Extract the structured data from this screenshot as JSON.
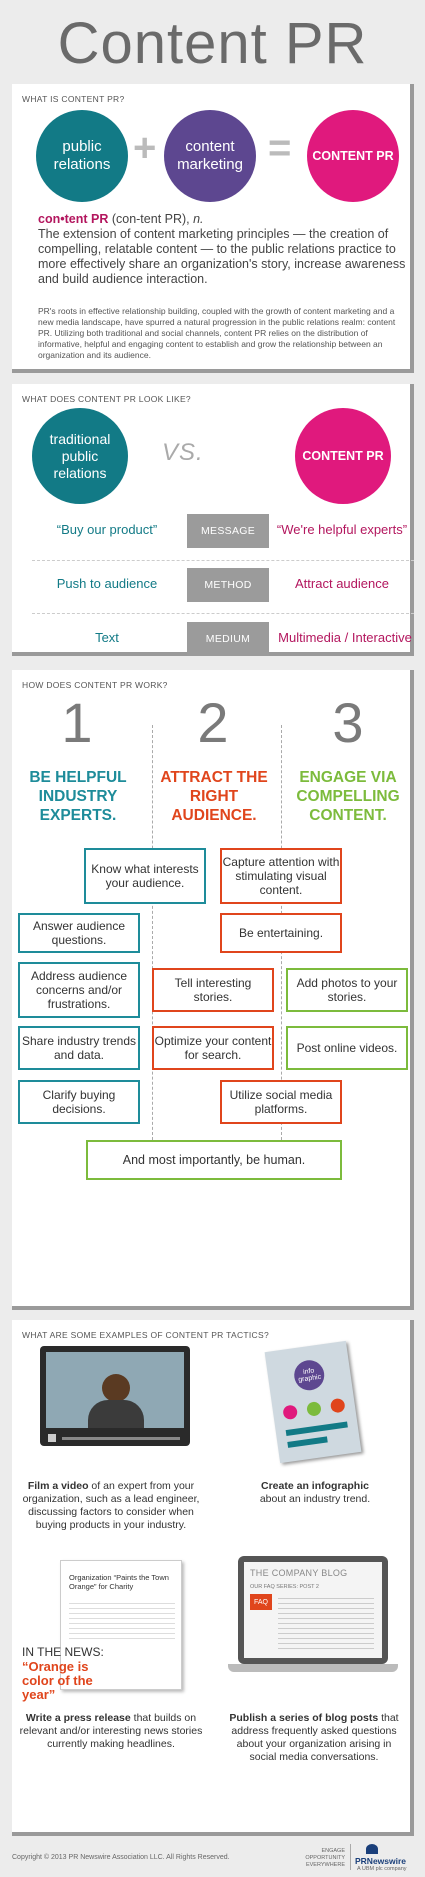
{
  "title": "Content PR",
  "section1": {
    "heading": "WHAT IS CONTENT PR?",
    "circle_pr": "public relations",
    "plus": "+",
    "circle_cm": "content marketing",
    "equals": "=",
    "circle_result": "CONTENT PR",
    "def_term": "con•tent PR",
    "def_pron": " (con-tent PR), ",
    "def_pos": "n.",
    "def_body": "The extension of content marketing principles — the creation of compelling, relatable content — to the public relations practice to more effectively share an organization's story, increase awareness and build audience interaction.",
    "para": "PR's roots in effective relationship building, coupled with the growth of content marketing and a new media landscape, have spurred a natural progression in the public relations realm: content PR. Utilizing both traditional and social channels, content PR relies on the distribution of informative, helpful and engaging content to establish and grow the relationship between an organization and its audience."
  },
  "section2": {
    "heading": "WHAT DOES CONTENT PR LOOK LIKE?",
    "left_circle": "traditional public relations",
    "vs": "VS.",
    "right_circle": "CONTENT PR",
    "rows": [
      {
        "left": "“Buy our product”",
        "label": "MESSAGE",
        "right": "“We're helpful experts”"
      },
      {
        "left": "Push to audience",
        "label": "METHOD",
        "right": "Attract audience"
      },
      {
        "left": "Text",
        "label": "MEDIUM",
        "right": "Multimedia / Interactive"
      }
    ]
  },
  "section3": {
    "heading": "HOW DOES CONTENT PR WORK?",
    "cols": [
      {
        "num": "1",
        "head": "BE HELPFUL INDUSTRY EXPERTS.",
        "color": "#1e8c9a"
      },
      {
        "num": "2",
        "head": "ATTRACT THE RIGHT AUDIENCE.",
        "color": "#e0451c"
      },
      {
        "num": "3",
        "head": "ENGAGE VIA COMPELLING CONTENT.",
        "color": "#7cbb3c"
      }
    ],
    "boxes": {
      "b1": "Know what interests your audience.",
      "b2": "Capture attention with stimulating visual content.",
      "b3": "Answer audience questions.",
      "b4": "Be entertaining.",
      "b5": "Address audience concerns and/or frustrations.",
      "b6": "Tell interesting stories.",
      "b7": "Add photos to your stories.",
      "b8": "Share industry trends and data.",
      "b9": "Optimize your content for search.",
      "b10": "Post online videos.",
      "b11": "Clarify buying decisions.",
      "b12": "Utilize social media platforms.",
      "b13": "And most importantly, be human."
    }
  },
  "section4": {
    "heading": "WHAT ARE SOME EXAMPLES OF CONTENT PR TACTICS?",
    "ex1_bold": "Film a video",
    "ex1_rest": " of an expert from your organization, such as a lead engineer, discussing factors to consider when buying products in your industry.",
    "ex2_bold": "Create an infographic",
    "ex2_rest": "about an industry trend.",
    "ex3_bold": "Write a press release",
    "ex3_rest": " that builds on relevant and/or interesting news stories currently making headlines.",
    "ex4_bold": "Publish a series of blog posts",
    "ex4_rest": " that address frequently asked questions about your organization arising in social media conversations.",
    "press_headline": "Organization “Paints the Town Orange” for Charity",
    "in_the_news": "IN THE NEWS:",
    "orange_quote": "“Orange is color of the year”",
    "blog_title": "THE COMPANY BLOG",
    "blog_tag": "OUR FAQ SERIES: POST 2",
    "infographic_label": "info graphic"
  },
  "footer": {
    "copyright": "Copyright © 2013 PR Newswire Association LLC. All Rights Reserved.",
    "tagline": "ENGAGE OPPORTUNITY EVERYWHERE",
    "brand": "PRNewswire",
    "brand_sub": "A UBM plc company"
  },
  "colors": {
    "teal": "#127a86",
    "purple": "#5d4790",
    "pink": "#e0197d",
    "orange": "#e0451c",
    "green": "#7cbb3c"
  }
}
